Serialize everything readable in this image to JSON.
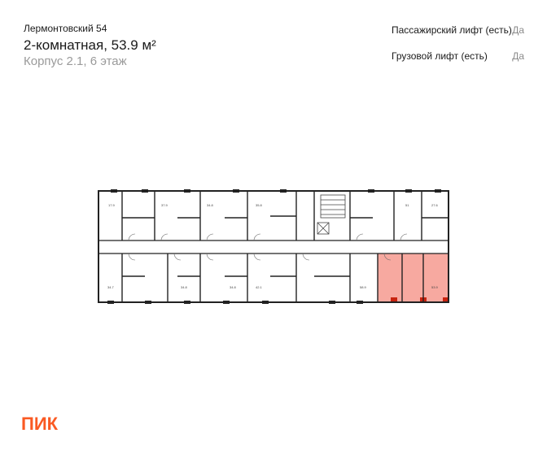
{
  "header": {
    "project_name": "Лермонтовский 54",
    "apartment_title": "2-комнатная, 53.9 м²",
    "building_floor": "Корпус 2.1, 6 этаж"
  },
  "features": [
    {
      "label": "Пассажирский лифт (есть)",
      "value": "Да"
    },
    {
      "label": "Грузовой лифт (есть)",
      "value": "Да"
    }
  ],
  "floor_plan": {
    "room_areas_top": [
      "17.9",
      "37.9",
      "34.8",
      "35.8",
      "51",
      "27.6"
    ],
    "room_areas_bottom": [
      "34.7",
      "34.8",
      "34.8",
      "42.1",
      "58.9",
      "53.9"
    ],
    "highlight_color": "#f7a9a0",
    "accent_color": "#c8230f"
  },
  "brand": {
    "logo_text": "ПИК",
    "logo_color": "#fa5a23"
  }
}
